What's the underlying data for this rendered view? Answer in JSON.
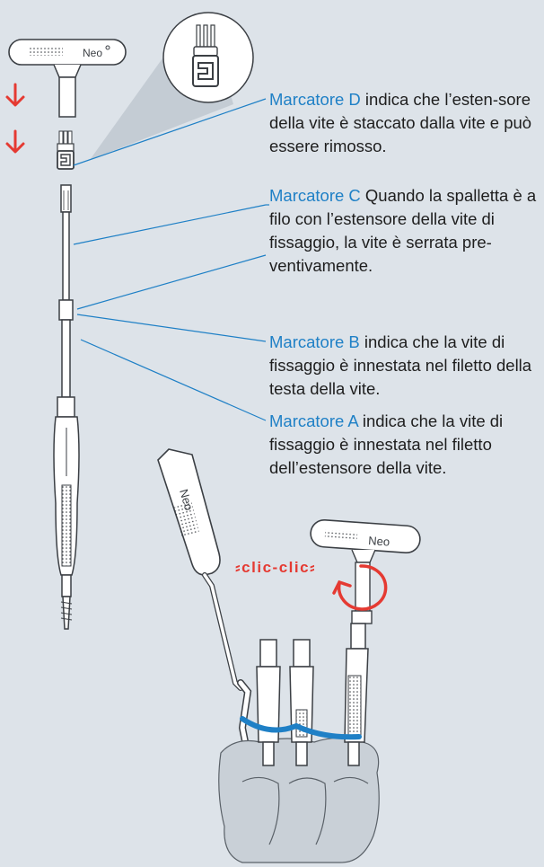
{
  "callouts": [
    {
      "marker": "Marcatore D",
      "text": " indica che l’esten-sore della vite è staccato dalla vite e può essere rimosso."
    },
    {
      "marker": "Marcatore C",
      "text": " Quando la spalletta è a filo con l’estensore della vite di fissaggio, la vite è serrata pre-ventivamente."
    },
    {
      "marker": "Marcatore B",
      "text": " indica che la vite di fissaggio è innestata nel filetto della testa della vite."
    },
    {
      "marker": "Marcatore A",
      "text": " indica che la vite di fissaggio è innestata nel filetto dell’estensore della vite."
    }
  ],
  "logos": {
    "handle_top": "Neo",
    "handle_angled": "Neo",
    "handle_right": "Neo"
  },
  "clic_label": "clic-clic",
  "colors": {
    "background": "#dde3e9",
    "accent_blue": "#1f80c6",
    "arrow_red": "#e53a32",
    "outline": "#3b3f44"
  }
}
